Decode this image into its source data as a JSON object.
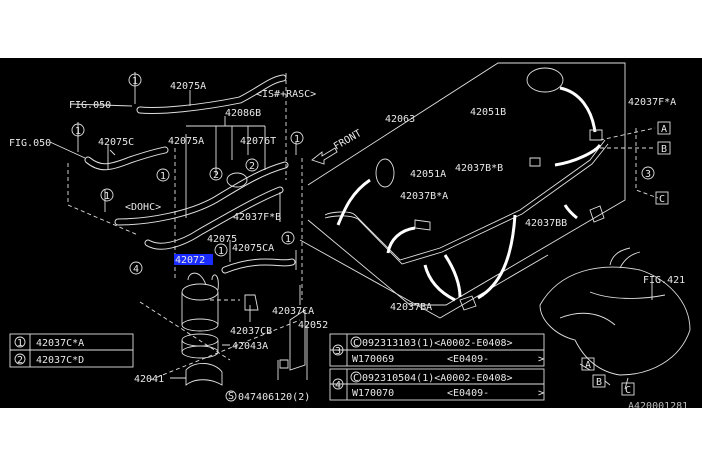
{
  "diagram_id": "A420001281",
  "colors": {
    "background": "#000000",
    "lines": "#e0e0e0",
    "highlight": "#1a2cff"
  },
  "labels": {
    "p42075A_top": "42075A",
    "rasc": "<IS#+RASC>",
    "fig050_a": "FIG.050",
    "fig050_b": "FIG.050",
    "p42086B": "42086B",
    "p42075C": "42075C",
    "p42075A_mid": "42075A",
    "p42076T": "42076T",
    "dohc": "<DOHC>",
    "p42037FB": "42037F*B",
    "p42075": "42075",
    "p42075CA": "42075CA",
    "p42072": "42072",
    "p42037CA": "42037CA",
    "p42037CB": "42037CB",
    "p42052": "42052",
    "p42043A": "42043A",
    "p42041": "42041",
    "bolt": "047406120(2)",
    "bolt_mark": "S",
    "front": "FRONT",
    "p42063": "42063",
    "p42051B": "42051B",
    "p42037FA": "42037F*A",
    "p42051A": "42051A",
    "p42037BB_star": "42037B*B",
    "p42037BA_star": "42037B*A",
    "p42037BB": "42037BB",
    "p42037BA": "42037BA",
    "fig421": "FIG.421",
    "ref_A": "A",
    "ref_B": "B",
    "ref_C": "C",
    "tank_A": "A",
    "tank_B": "B",
    "tank_C": "C"
  },
  "callouts": {
    "c1": "1",
    "c2": "2",
    "c3": "3",
    "c4": "4"
  },
  "legend": [
    {
      "num": "1",
      "part": "42037C*A"
    },
    {
      "num": "2",
      "part": "42037C*D"
    }
  ],
  "table": [
    {
      "num": "3",
      "row1": "092313103(1)<A0002-E0408>",
      "row2_a": "W170069",
      "row2_b": "<E0409-",
      "row2_c": ">",
      "mark": "C"
    },
    {
      "num": "4",
      "row1": "092310504(1)<A0002-E0408>",
      "row2_a": "W170070",
      "row2_b": "<E0409-",
      "row2_c": ">",
      "mark": "C"
    }
  ]
}
